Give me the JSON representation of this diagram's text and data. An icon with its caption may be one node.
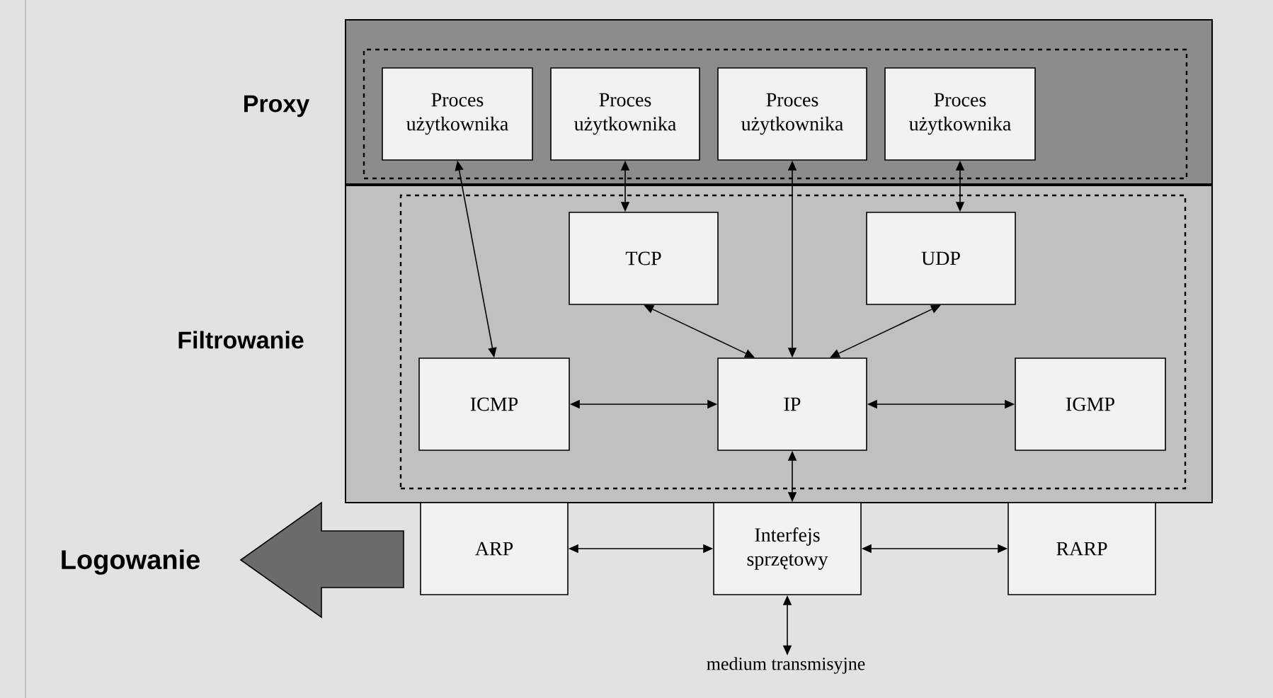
{
  "diagram": {
    "nodes": [
      {
        "text": [
          "Proxy"
        ]
      },
      {
        "text": [],
        "shape": "box",
        "in": 0
      },
      {
        "text": [
          "Proces użytkownika"
        ],
        "in": 1
      },
      {
        "text": [
          "Proces użytkownika"
        ],
        "in": 1
      },
      {
        "text": [
          "Proces użytkownika"
        ],
        "in": 1
      },
      {
        "text": [
          "Proces użytkownika"
        ],
        "in": 1
      },
      {
        "text": [
          "Filtrowanie"
        ]
      },
      {
        "text": [],
        "shape": "box",
        "in": 6
      },
      {
        "text": [
          "TCP"
        ],
        "in": 7
      },
      {
        "text": [
          "UDP"
        ],
        "in": 7
      },
      {
        "text": [
          "ICMP"
        ],
        "in": 7
      },
      {
        "text": [
          "IP"
        ],
        "in": 7
      },
      {
        "text": [
          "IGMP"
        ],
        "in": 7
      },
      {
        "text": [
          "ARP"
        ]
      },
      {
        "text": [
          "Interfejs sprzętowy"
        ]
      },
      {
        "text": [
          "RARP"
        ]
      },
      {
        "text": [
          "medium transmisyjne"
        ]
      },
      {
        "text": [
          "Logowanie"
        ]
      }
    ],
    "edges": [
      {
        "from": 2,
        "to": 10,
        "arrow": "both"
      },
      {
        "from": 3,
        "to": 8,
        "arrow": "both"
      },
      {
        "from": 4,
        "to": 11,
        "arrow": "both"
      },
      {
        "from": 5,
        "to": 9,
        "arrow": "both"
      },
      {
        "from": 8,
        "to": 11,
        "arrow": "both"
      },
      {
        "from": 9,
        "to": 11,
        "arrow": "both"
      },
      {
        "from": 10,
        "to": 11,
        "arrow": "both"
      },
      {
        "from": 11,
        "to": 12,
        "arrow": "both"
      },
      {
        "from": 11,
        "to": 14,
        "arrow": "both"
      },
      {
        "from": 13,
        "to": 14,
        "arrow": "both"
      },
      {
        "from": 14,
        "to": 15,
        "arrow": "both"
      },
      {
        "from": 14,
        "to": 16,
        "arrow": "both"
      }
    ]
  }
}
